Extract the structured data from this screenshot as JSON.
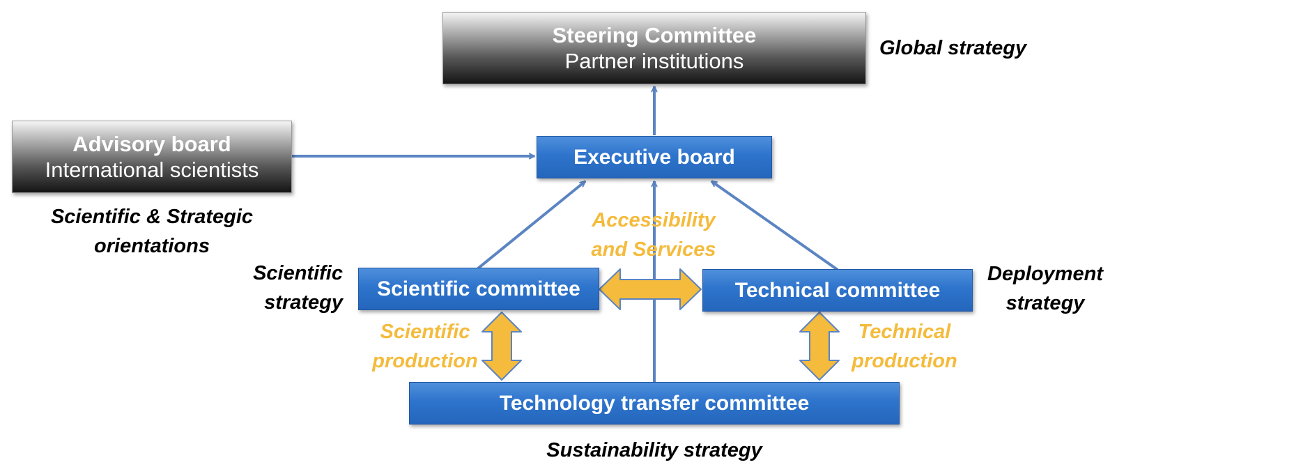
{
  "boxes": {
    "steering": {
      "line1": "Steering Committee",
      "line2": "Partner institutions"
    },
    "advisory": {
      "line1": "Advisory board",
      "line2": "International scientists"
    },
    "executive": {
      "label": "Executive board"
    },
    "scientific": {
      "label": "Scientific committee"
    },
    "technical": {
      "label": "Technical committee"
    },
    "transfer": {
      "label": "Technology transfer committee"
    }
  },
  "captions": {
    "global": "Global strategy",
    "advisory_line1": "Scientific & Strategic",
    "advisory_line2": "orientations",
    "scientific_line1": "Scientific",
    "scientific_line2": "strategy",
    "deployment_line1": "Deployment",
    "deployment_line2": "strategy",
    "sustainability": "Sustainability strategy"
  },
  "flow_labels": {
    "accessibility_line1": "Accessibility",
    "accessibility_line2": "and Services",
    "scientific_production_line1": "Scientific",
    "scientific_production_line2": "production",
    "technical_production_line1": "Technical",
    "technical_production_line2": "production"
  },
  "colors": {
    "connector": "#5b84c2",
    "flow_arrow_fill": "#f4bb3c",
    "flow_arrow_stroke": "#5b84c2",
    "flow_label": "#f4bb3c",
    "blue_box": "#2e74cc"
  }
}
